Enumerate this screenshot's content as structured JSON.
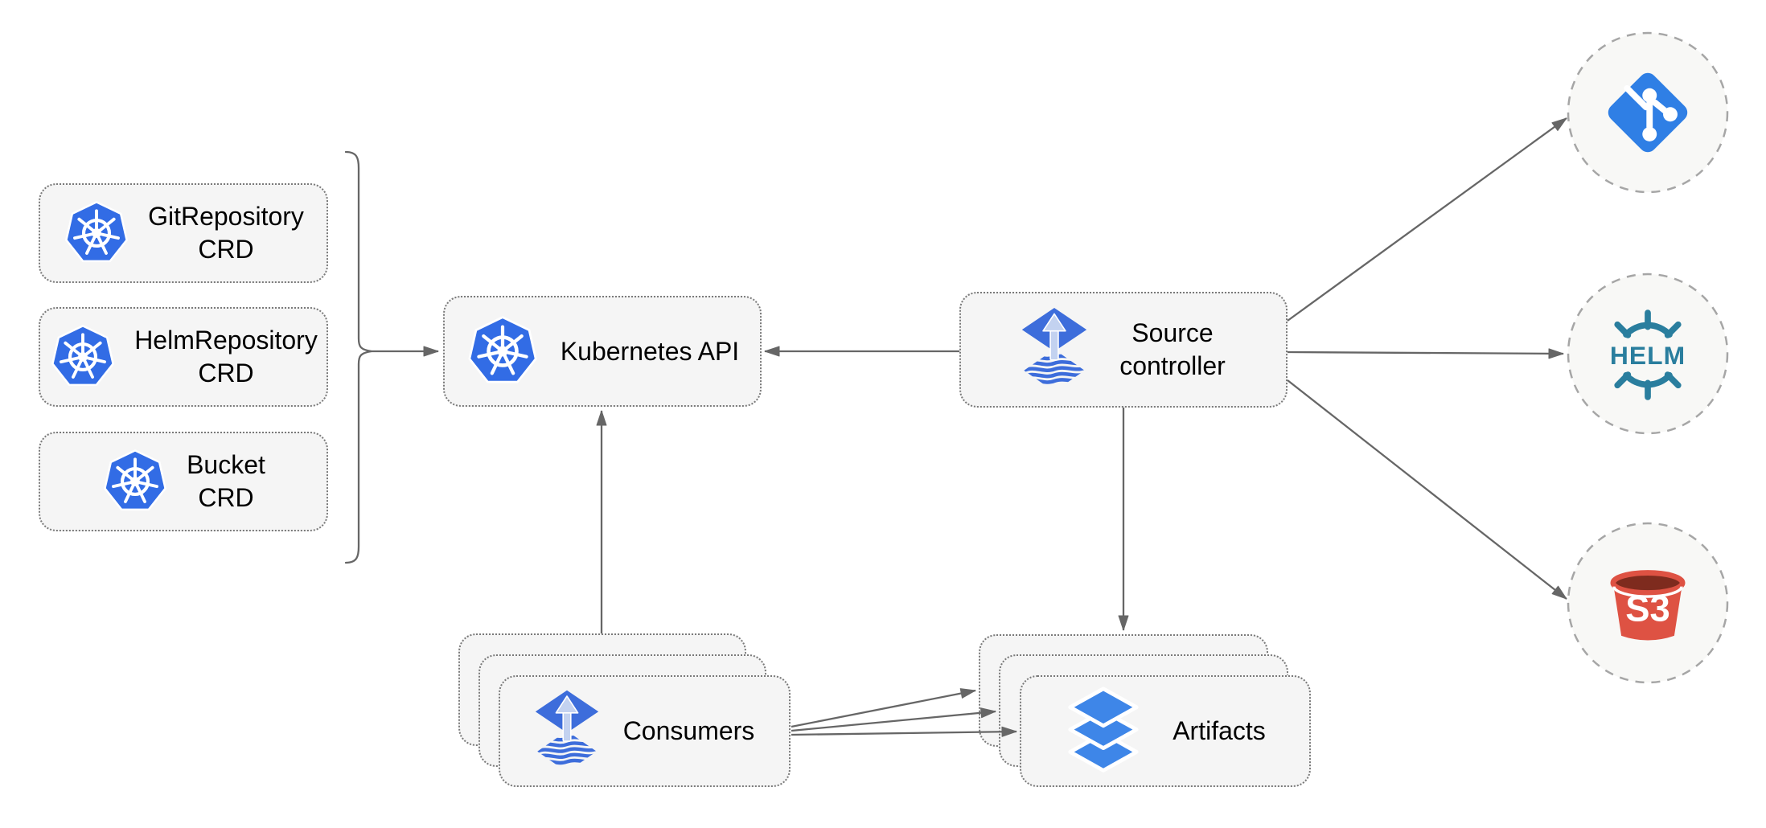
{
  "diagram": {
    "description": "Flux source-controller architecture diagram",
    "nodes": {
      "crds": [
        {
          "id": "git-repository-crd",
          "label": "GitRepository\nCRD",
          "icon": "kubernetes-icon"
        },
        {
          "id": "helm-repository-crd",
          "label": "HelmRepository\nCRD",
          "icon": "kubernetes-icon"
        },
        {
          "id": "bucket-crd",
          "label": "Bucket\nCRD",
          "icon": "kubernetes-icon"
        }
      ],
      "kubernetes_api": {
        "label": "Kubernetes API",
        "icon": "kubernetes-icon"
      },
      "source_controller": {
        "label": "Source\ncontroller",
        "icon": "flux-icon"
      },
      "consumers": {
        "label": "Consumers",
        "icon": "flux-icon",
        "stacked": 3
      },
      "artifacts": {
        "label": "Artifacts",
        "icon": "layers-icon",
        "stacked": 3
      },
      "external_sources": [
        {
          "id": "git-source",
          "icon": "git-icon",
          "logo_text": ""
        },
        {
          "id": "helm-source",
          "icon": "helm-icon",
          "logo_text": "HELM"
        },
        {
          "id": "s3-source",
          "icon": "s3-bucket-icon",
          "logo_text": "S3"
        }
      ]
    },
    "edges": [
      {
        "from": "crd-group-brace",
        "to": "kubernetes-api",
        "arrowhead": "end"
      },
      {
        "from": "source-controller",
        "to": "kubernetes-api",
        "arrowhead": "end"
      },
      {
        "from": "consumers",
        "to": "kubernetes-api",
        "arrowhead": "end"
      },
      {
        "from": "source-controller",
        "to": "artifacts",
        "arrowhead": "end"
      },
      {
        "from": "source-controller",
        "to": "git-source",
        "arrowhead": "end"
      },
      {
        "from": "source-controller",
        "to": "helm-source",
        "arrowhead": "end"
      },
      {
        "from": "source-controller",
        "to": "s3-source",
        "arrowhead": "end"
      },
      {
        "from": "consumers",
        "to": "artifacts",
        "arrowhead": "end",
        "count": 3
      }
    ],
    "colors": {
      "kubernetes_blue": "#326CE5",
      "flux_blue": "#3D6DDB",
      "flux_light": "#C3D2F0",
      "git_blue": "#2F7FE5",
      "helm_teal": "#2A7E9E",
      "s3_red": "#DE5243",
      "s3_dark": "#7E2B1E",
      "layers_blue": "#3E86E8",
      "line_gray": "#666666",
      "node_fill": "#F5F5F5",
      "node_border": "#7A7A7A",
      "circle_fill": "#F8F8F6",
      "circle_border": "#A6A6A6",
      "label_color": "#000000"
    }
  }
}
